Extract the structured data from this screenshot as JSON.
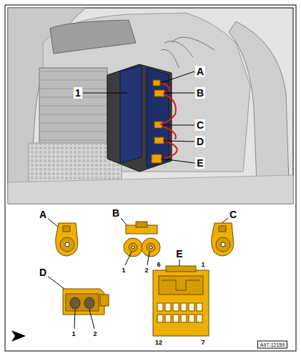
{
  "diagram": {
    "labels": [
      "1",
      "A",
      "B",
      "C",
      "D",
      "E",
      "A",
      "B",
      "C",
      "1",
      "2",
      "E",
      "6",
      "1",
      "D",
      "12",
      "7",
      "1",
      "2",
      "A97-12159"
    ]
  }
}
